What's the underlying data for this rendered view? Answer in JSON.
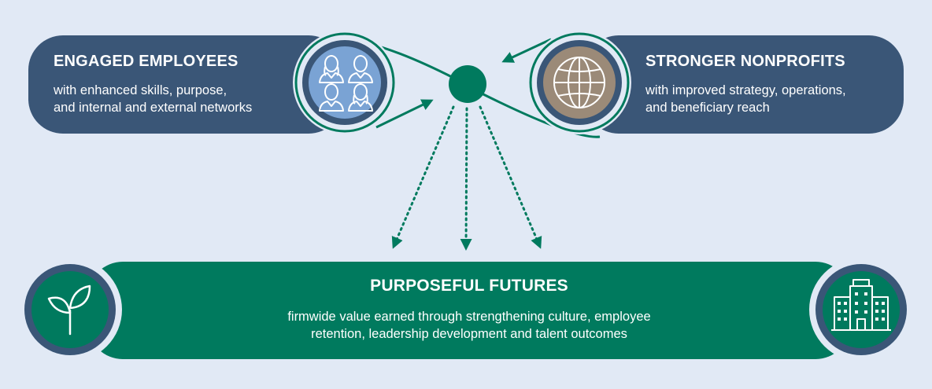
{
  "colors": {
    "background": "#e1e9f5",
    "card_blue": "#3a5677",
    "card_green": "#007a5e",
    "icon_blue": "#7aa3d4",
    "icon_taupe": "#9b8a78",
    "accent_green": "#007a5e"
  },
  "engaged": {
    "title": "ENGAGED EMPLOYEES",
    "line1": "with enhanced skills, purpose,",
    "line2": "and internal and external networks",
    "icon": "people-group-icon"
  },
  "nonprofits": {
    "title": "STRONGER NONPROFITS",
    "line1": "with improved strategy, operations,",
    "line2": "and beneficiary reach",
    "icon": "globe-icon"
  },
  "futures": {
    "title": "PURPOSEFUL FUTURES",
    "line1": "firmwide value earned through strengthening culture, employee",
    "line2": "retention, leadership development and talent outcomes",
    "left_icon": "sprout-icon",
    "right_icon": "office-building-icon"
  }
}
